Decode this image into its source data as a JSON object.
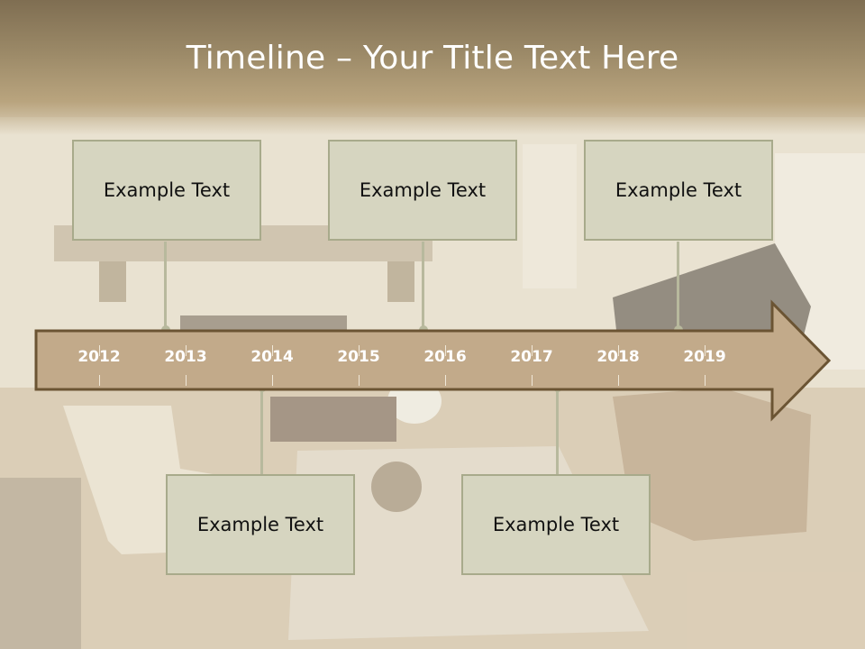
{
  "slide": {
    "title": "Timeline – Your Title Text Here"
  },
  "colors": {
    "header": "#8f7d5d",
    "box_fill": "#d6d5c0",
    "box_border": "#a8aa8b",
    "arrow_fill": "#c2aa8a",
    "arrow_border": "#6b5433",
    "year_text": "#ffffff"
  },
  "timeline": {
    "years": [
      "2012",
      "2013",
      "2014",
      "2015",
      "2016",
      "2017",
      "2018",
      "2019"
    ]
  },
  "events": {
    "top": [
      {
        "text": "Example Text"
      },
      {
        "text": "Example Text"
      },
      {
        "text": "Example Text"
      }
    ],
    "bottom": [
      {
        "text": "Example Text"
      },
      {
        "text": "Example Text"
      }
    ]
  }
}
